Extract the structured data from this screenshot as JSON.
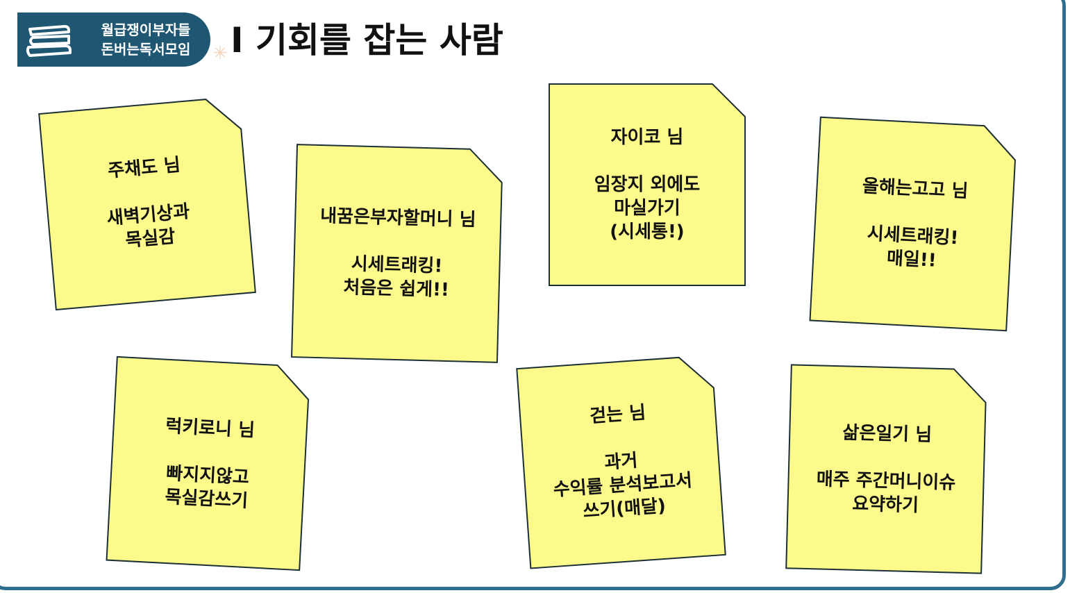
{
  "header": {
    "badge_line1": "월급쟁이부자들",
    "badge_line2": "돈버는독서모임",
    "badge_icon": "books-icon",
    "title": "I 기회를 잡는 사람"
  },
  "colors": {
    "note_fill": "#fdfa8c",
    "note_border": "#1c2e36",
    "badge": "#1f5671",
    "frame": "#2f6e8e"
  },
  "notes": [
    {
      "name": "주채도 님",
      "lines": [
        "새벽기상과",
        "목실감"
      ]
    },
    {
      "name": "내꿈은부자할머니 님",
      "lines": [
        "시세트래킹!",
        "처음은 쉽게!!"
      ]
    },
    {
      "name": "자이코 님",
      "lines": [
        "임장지 외에도",
        "마실가기",
        "(시세통!)"
      ]
    },
    {
      "name": "올해는고고 님",
      "lines": [
        "시세트래킹!",
        "매일!!"
      ]
    },
    {
      "name": "럭키로니 님",
      "lines": [
        "빠지지않고",
        "목실감쓰기"
      ]
    },
    {
      "name": "걷는 님",
      "lines": [
        "과거",
        "수익률 분석보고서",
        "쓰기(매달)"
      ]
    },
    {
      "name": "삶은일기 님",
      "lines": [
        "매주 주간머니이슈",
        "요약하기"
      ]
    }
  ]
}
